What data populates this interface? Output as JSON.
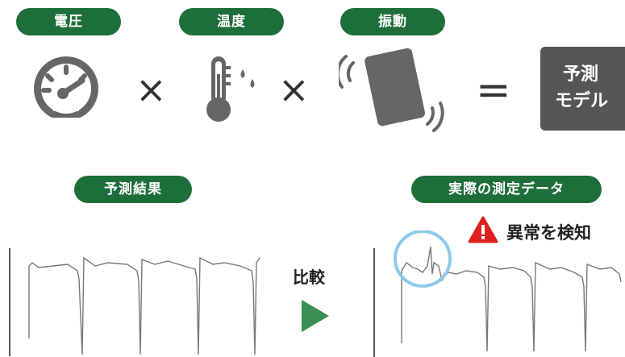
{
  "inputs": {
    "voltage_label": "電圧",
    "temperature_label": "温度",
    "vibration_label": "振動"
  },
  "operators": {
    "times": "×",
    "equals": "="
  },
  "model": {
    "line1": "予測",
    "line2": "モデル"
  },
  "predicted": {
    "label": "予測結果"
  },
  "actual": {
    "label": "実際の測定データ"
  },
  "compare": {
    "label": "比較"
  },
  "anomaly": {
    "label": "異常を検知",
    "mark": "!"
  },
  "colors": {
    "pill_green": "#1e6e3a",
    "icon_gray": "#666666",
    "model_box": "#555555",
    "arrow_green": "#3a8f55",
    "alert_red": "#e02020",
    "highlight_circle": "#8ec9ea"
  },
  "icons": [
    "speedometer-icon",
    "thermometer-icon",
    "smartphone-vibration-icon",
    "warning-icon",
    "play-arrow-icon"
  ]
}
